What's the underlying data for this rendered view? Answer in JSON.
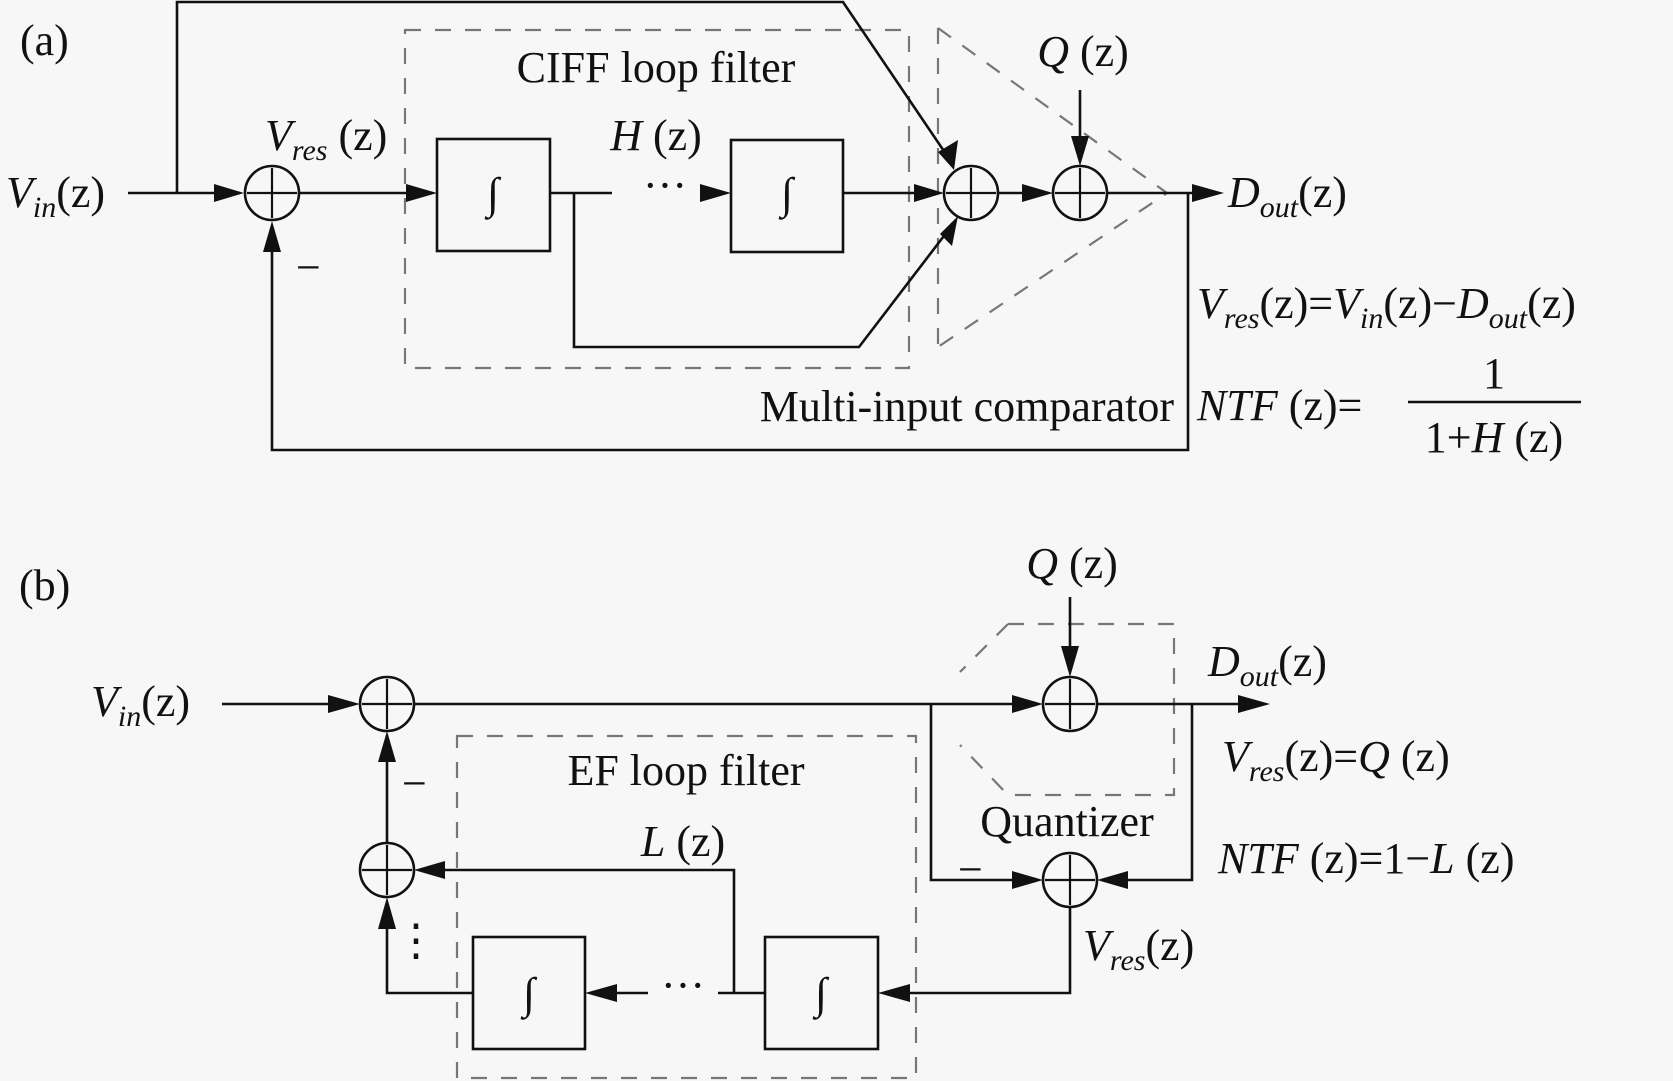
{
  "figure": {
    "panel_a": {
      "tag": "(a)",
      "loop_filter_title": "CIFF loop filter",
      "loop_filter_tf": {
        "main": "H",
        "arg": " (z)"
      },
      "comparator_label": "Multi-input comparator",
      "input": {
        "main": "V",
        "sub": "in",
        "arg": "(z)"
      },
      "residue": {
        "main": "V",
        "sub": "res",
        "arg": " (z)"
      },
      "noise": {
        "main": "Q",
        "arg": " (z)"
      },
      "output": {
        "main": "D",
        "sub": "out",
        "arg": "(z)"
      },
      "minus_sign": "−",
      "integrator_symbol": "∫",
      "ellipsis": "···",
      "equation_residue": {
        "lhs_main": "V",
        "lhs_sub": "res",
        "lhs_arg": "(z)=",
        "t1_main": "V",
        "t1_sub": "in",
        "t1_arg": "(z)−",
        "t2_main": "D",
        "t2_sub": "out",
        "t2_arg": "(z)"
      },
      "equation_ntf": {
        "lhs": "NTF",
        "lhs_arg": " (z)=",
        "numerator": "1",
        "denominator_pre": "1+",
        "denominator_main": "H",
        "denominator_arg": " (z)"
      }
    },
    "panel_b": {
      "tag": "(b)",
      "loop_filter_title": "EF loop filter",
      "loop_filter_tf": {
        "main": "L",
        "arg": " (z)"
      },
      "quantizer_label": "Quantizer",
      "input": {
        "main": "V",
        "sub": "in",
        "arg": "(z)"
      },
      "noise": {
        "main": "Q",
        "arg": " (z)"
      },
      "output": {
        "main": "D",
        "sub": "out",
        "arg": "(z)"
      },
      "residue": {
        "main": "V",
        "sub": "res",
        "arg": "(z)"
      },
      "minus_sign": "−",
      "integrator_symbol": "∫",
      "ellipsis": "···",
      "vertical_ellipsis": "⋮",
      "equation_residue": {
        "lhs_main": "V",
        "lhs_sub": "res",
        "lhs_arg": "(z)=",
        "rhs_main": "Q",
        "rhs_arg": " (z)"
      },
      "equation_ntf": {
        "lhs": "NTF",
        "lhs_arg": " (z)=1−",
        "rhs_main": "L",
        "rhs_arg": " (z)"
      }
    }
  }
}
